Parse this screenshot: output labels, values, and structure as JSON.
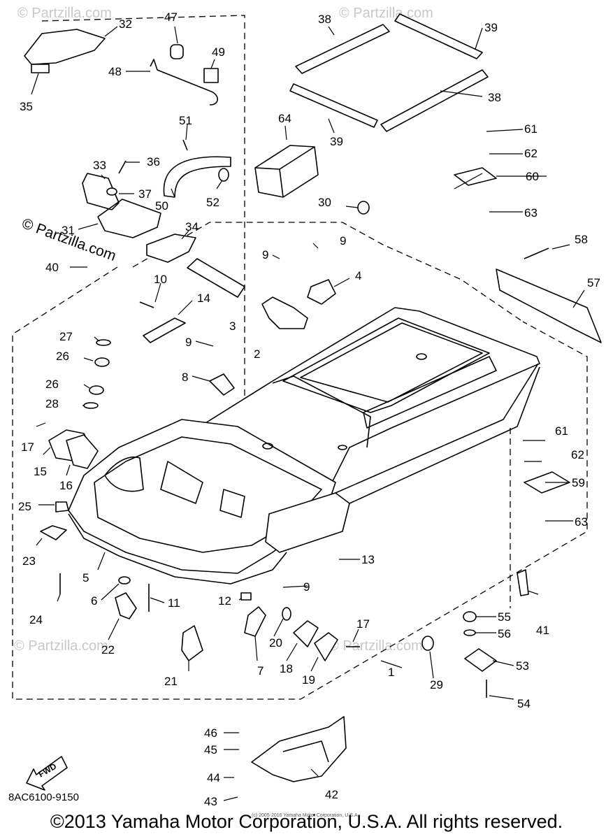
{
  "diagram_code": "8AC6100-9150",
  "fwd_label": "FWD",
  "copyright": "©2013 Yamaha Motor Corporation, U.S.A. All rights reserved.",
  "small_copyright": "(c) 2005-2016 Yamaha Motor Corporation, U.S.A.",
  "watermark": "© Partzilla.com",
  "part_numbers": [
    "1",
    "2",
    "3",
    "4",
    "5",
    "6",
    "7",
    "8",
    "9",
    "10",
    "11",
    "12",
    "13",
    "14",
    "15",
    "16",
    "17",
    "18",
    "19",
    "20",
    "21",
    "22",
    "23",
    "24",
    "25",
    "26",
    "27",
    "28",
    "29",
    "30",
    "31",
    "32",
    "33",
    "34",
    "35",
    "36",
    "37",
    "38",
    "39",
    "40",
    "41",
    "42",
    "43",
    "44",
    "45",
    "46",
    "47",
    "48",
    "49",
    "50",
    "51",
    "52",
    "53",
    "54",
    "55",
    "56",
    "57",
    "58",
    "59",
    "60",
    "61",
    "62",
    "63",
    "64"
  ]
}
